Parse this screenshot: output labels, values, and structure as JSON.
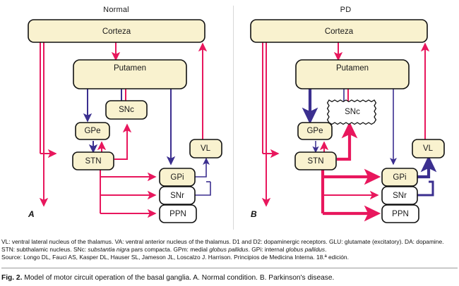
{
  "panels": [
    {
      "id": "normal",
      "title": "Normal",
      "panel_letter": "A",
      "nodes": [
        {
          "name": "cortex",
          "label": "Corteza",
          "fill": "cream"
        },
        {
          "name": "putamen",
          "label": "Putamen",
          "fill": "cream"
        },
        {
          "name": "snc",
          "label": "SNc",
          "fill": "cream",
          "style": "solid"
        },
        {
          "name": "gpe",
          "label": "GPe",
          "fill": "cream"
        },
        {
          "name": "stn",
          "label": "STN",
          "fill": "cream"
        },
        {
          "name": "vl",
          "label": "VL",
          "fill": "cream"
        },
        {
          "name": "gpi",
          "label": "GPi",
          "fill": "cream"
        },
        {
          "name": "snr",
          "label": "SNr",
          "fill": "white"
        },
        {
          "name": "ppn",
          "label": "PPN",
          "fill": "white"
        }
      ]
    },
    {
      "id": "pd",
      "title": "PD",
      "panel_letter": "B",
      "nodes": [
        {
          "name": "cortex",
          "label": "Corteza",
          "fill": "cream"
        },
        {
          "name": "putamen",
          "label": "Putamen",
          "fill": "cream"
        },
        {
          "name": "snc",
          "label": "SNc",
          "fill": "white",
          "style": "jagged"
        },
        {
          "name": "gpe",
          "label": "GPe",
          "fill": "cream"
        },
        {
          "name": "stn",
          "label": "STN",
          "fill": "cream"
        },
        {
          "name": "vl",
          "label": "VL",
          "fill": "cream"
        },
        {
          "name": "gpi",
          "label": "GPi",
          "fill": "cream"
        },
        {
          "name": "snr",
          "label": "SNr",
          "fill": "white"
        },
        {
          "name": "ppn",
          "label": "PPN",
          "fill": "white"
        }
      ]
    }
  ],
  "colors": {
    "excitatory_red": "#e8175d",
    "inhibitory_blue": "#3b2f8f",
    "box_fill_cream": "#f9f2cf",
    "box_fill_white": "#ffffff",
    "box_stroke": "#111111"
  },
  "legend": {
    "line1": "VL: ventral lateral nucleus of the thalamus. VA: ventral anterior nucleus of the thalamus. D1 and D2: dopaminergic receptors. GLU: glutamate (excitatory). DA: dopamine. STN: subthalamic nucleus. SNc: ",
    "line1_italic": "substantia nigra",
    "line1_b": " pars compacta. GPm: medial ",
    "line1_italic2": "globus pallidus",
    "line1_c": ". GPi: internal ",
    "line1_italic3": "globus pallidus",
    "line1_d": ".",
    "line2": "Source: Longo DL, Fauci AS, Kasper DL, Hauser SL, Jameson JL, Loscalzo J. Harrison. Principios de Medicina Interna. 18.ª edición."
  },
  "caption": {
    "figure_number": "Fig. 2.",
    "text": "Model of motor circuit operation of the basal ganglia. A. Normal condition. B. Parkinson's disease."
  }
}
